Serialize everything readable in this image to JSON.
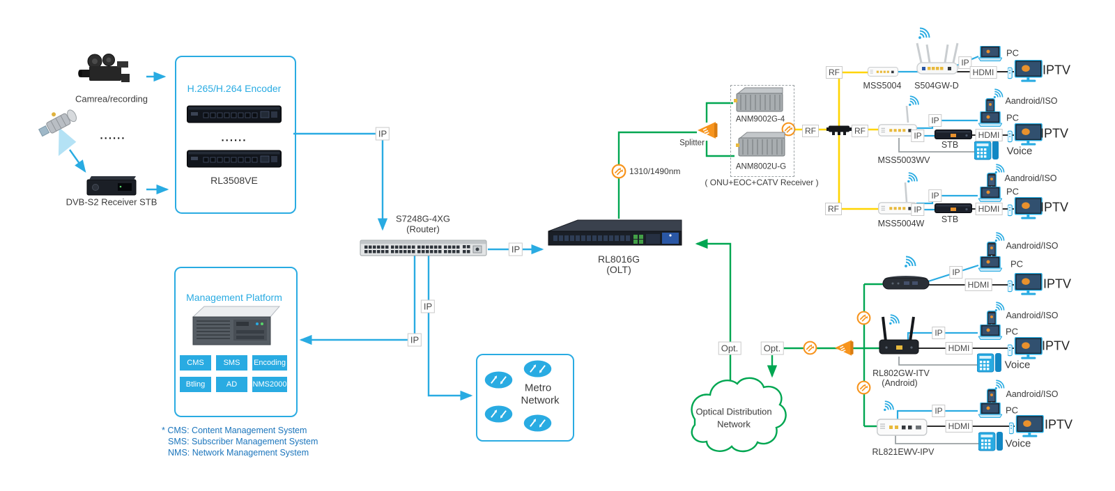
{
  "labels": {
    "ip": "IP",
    "rf": "RF",
    "hdmi": "HDMI",
    "opt": "Opt.",
    "pc": "PC",
    "iptv": "IPTV",
    "voice": "Voice",
    "stb": "STB",
    "android": "Aandroid/ISO",
    "dots": "......"
  },
  "headend": {
    "camera": "Camrea/recording",
    "dvb": "DVB-S2 Receiver STB",
    "encoder_title": "H.265/H.264 Encoder",
    "encoder_model": "RL3508VE"
  },
  "core": {
    "switch_model": "S7248G-4XG",
    "switch_role": "(Router)",
    "olt_model": "RL8016G",
    "olt_role": "(OLT)",
    "wavelength": "1310/1490nm",
    "splitter": "Splitter"
  },
  "management": {
    "title": "Management Platform",
    "modules": [
      "CMS",
      "SMS",
      "Encoding",
      "Btling",
      "AD",
      "NMS2000"
    ],
    "notes": [
      "* CMS: Content Management System",
      "SMS: Subscriber Management System",
      "NMS: Network Management System"
    ]
  },
  "metro": {
    "line1": "Metro",
    "line2": "Network"
  },
  "onu_receiver": {
    "top": "ANM9002G-4",
    "bottom": "ANM8002U-G",
    "caption": "( ONU+EOC+CATV Receiver )"
  },
  "cloud": {
    "line1": "Optical Distribution",
    "line2": "Network"
  },
  "cpe": {
    "row1_onu": "MSS5004",
    "row1_gw": "S504GW-D",
    "row2_onu": "MSS5003WV",
    "row3_onu": "MSS5004W",
    "row5_gw": "RL802GW-ITV",
    "row5_os": "(Android)",
    "row6_onu": "RL821EWV-IPV"
  },
  "colors": {
    "blue": "#29abe2",
    "green": "#00a651",
    "yellow": "#ffd400",
    "orange": "#f7941d",
    "note_blue": "#1b75bc"
  }
}
